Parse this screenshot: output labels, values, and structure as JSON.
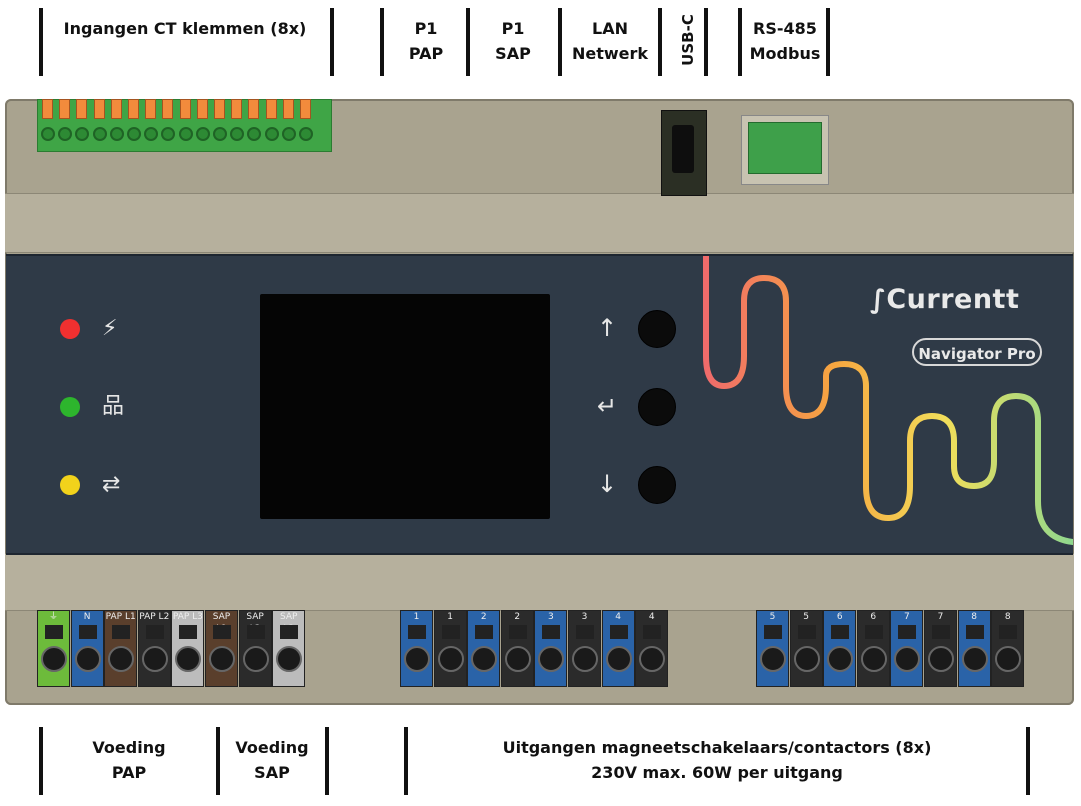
{
  "top_labels": {
    "ct_inputs": "Ingangen CT klemmen (8x)",
    "p1_pap_1": "P1",
    "p1_pap_2": "PAP",
    "p1_sap_1": "P1",
    "p1_sap_2": "SAP",
    "lan_1": "LAN",
    "lan_2": "Netwerk",
    "usbc": "USB-C",
    "rs485_1": "RS-485",
    "rs485_2": "Modbus"
  },
  "bottom_labels": {
    "voeding_pap_1": "Voeding",
    "voeding_pap_2": "PAP",
    "voeding_sap_1": "Voeding",
    "voeding_sap_2": "SAP",
    "outputs_1": "Uitgangen magneetschakelaars/contactors (8x)",
    "outputs_2": "230V max. 60W per uitgang"
  },
  "brand": {
    "name": "Currentt",
    "model": "Navigator Pro"
  },
  "status_leds": [
    {
      "color": "#ef3030",
      "icon": "lightning-icon"
    },
    {
      "color": "#2db52d",
      "icon": "network-icon"
    },
    {
      "color": "#f2d21b",
      "icon": "transfer-icon"
    }
  ],
  "nav_buttons": [
    {
      "icon": "arrow-up-icon",
      "glyph": "↑"
    },
    {
      "icon": "enter-icon",
      "glyph": "↵"
    },
    {
      "icon": "arrow-down-icon",
      "glyph": "↓"
    }
  ],
  "power_terminals": [
    "⏚",
    "N",
    "PAP L1",
    "PAP L2",
    "PAP L3",
    "SAP L1",
    "SAP L2",
    "SAP L3"
  ],
  "output_terminals_a": [
    "1",
    "1",
    "2",
    "2",
    "3",
    "3",
    "4",
    "4"
  ],
  "output_terminals_b": [
    "5",
    "5",
    "6",
    "6",
    "7",
    "7",
    "8",
    "8"
  ],
  "colors": {
    "panel": "#2f3a47",
    "housing": "#a9a38f",
    "ct_block": "#3fa546",
    "ct_tab": "#f28b3c",
    "terminal_blue": "#2a63a8",
    "terminal_black": "#2b2b2b",
    "terminal_brown": "#5a3f2c",
    "terminal_grey": "#bcbcbc",
    "terminal_ground": "#6dbb3b"
  }
}
